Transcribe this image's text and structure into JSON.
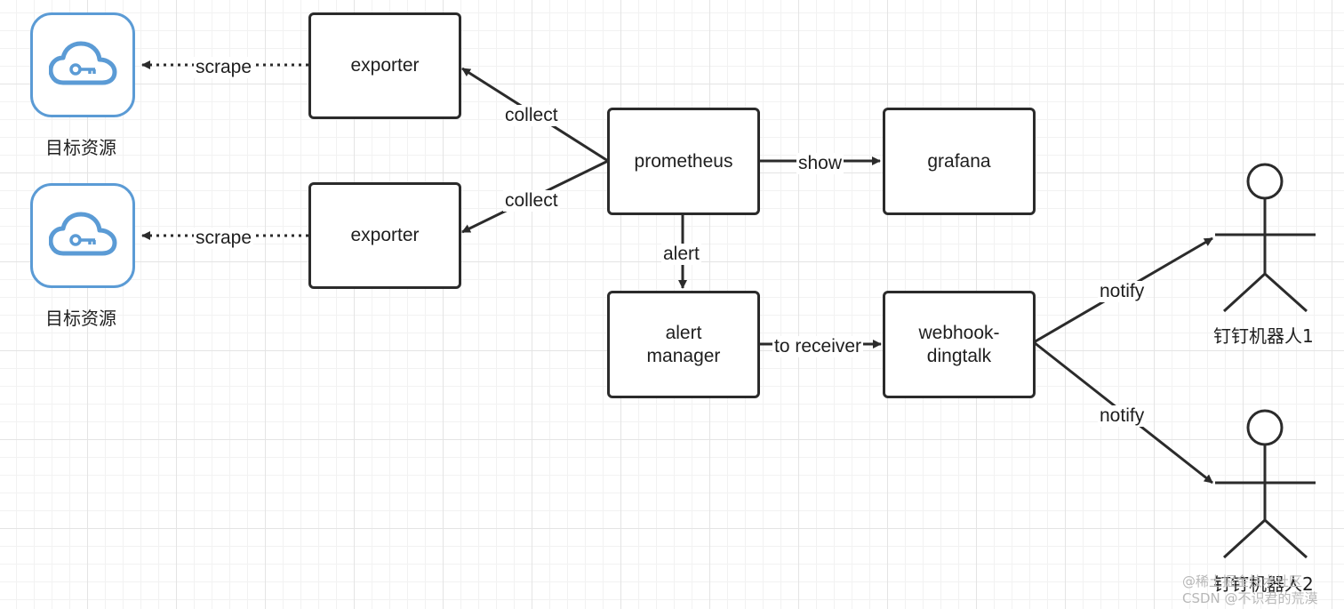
{
  "nodes": {
    "exporter_top": "exporter",
    "exporter_bottom": "exporter",
    "prometheus": "prometheus",
    "grafana": "grafana",
    "alertmanager": "alert\nmanager",
    "webhook": "webhook-\ndingtalk"
  },
  "targets": [
    {
      "caption": "目标资源",
      "icon": "cloud-key-icon"
    },
    {
      "caption": "目标资源",
      "icon": "cloud-key-icon"
    }
  ],
  "actors": [
    {
      "caption": "钉钉机器人1"
    },
    {
      "caption": "钉钉机器人2"
    }
  ],
  "edges": {
    "scrape_top": "scrape",
    "scrape_bottom": "scrape",
    "collect_top": "collect",
    "collect_bottom": "collect",
    "show": "show",
    "alert": "alert",
    "to_receiver": "to receiver",
    "notify_top": "notify",
    "notify_bottom": "notify"
  },
  "watermark": {
    "line1": "@稀土掘金技术社区",
    "line2": "CSDN @不识君的荒漠"
  },
  "colors": {
    "stroke": "#2b2b2b",
    "cloud_accent": "#5b9bd5",
    "grid": "#e4e4e4"
  }
}
